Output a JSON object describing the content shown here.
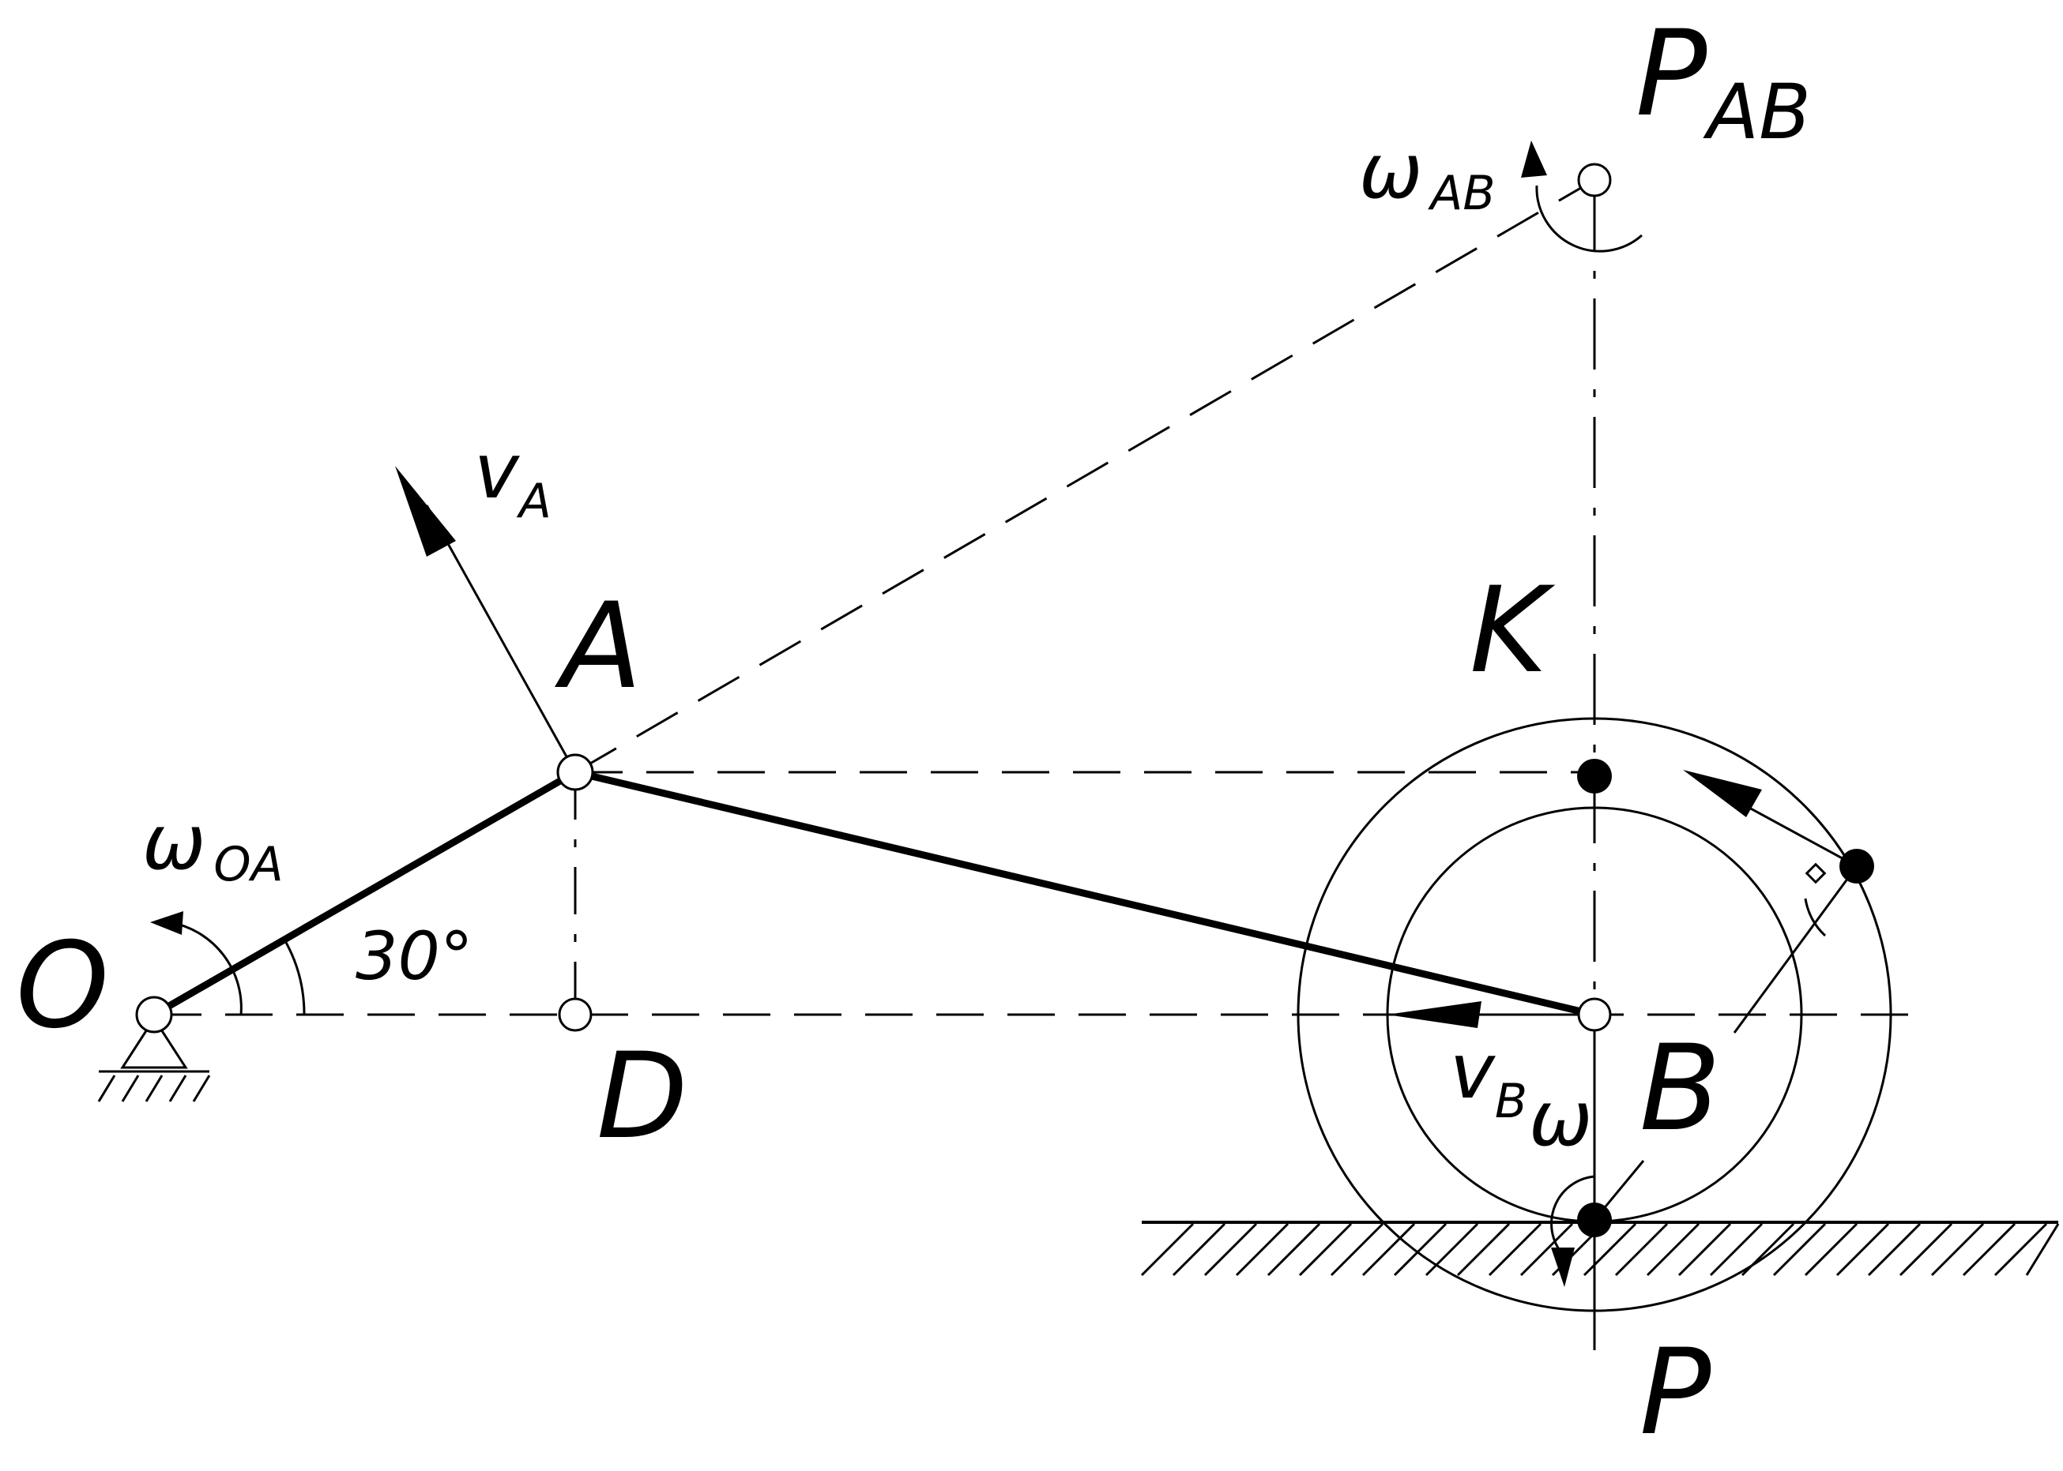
{
  "labels": {
    "O": "O",
    "A": "A",
    "D": "D",
    "B": "B",
    "K": "K",
    "P": "P",
    "P_AB_main": "P",
    "P_AB_sub": "AB",
    "omega_AB_main": "ω",
    "omega_AB_sub": "AB",
    "omega_OA_main": "ω",
    "omega_OA_sub": "OA",
    "omega": "ω",
    "vA_main": "v",
    "vA_sub": "A",
    "vB_main": "v",
    "vB_sub": "B",
    "angle": "30°"
  },
  "colors": {
    "ink": "#000000",
    "background": "#ffffff"
  }
}
